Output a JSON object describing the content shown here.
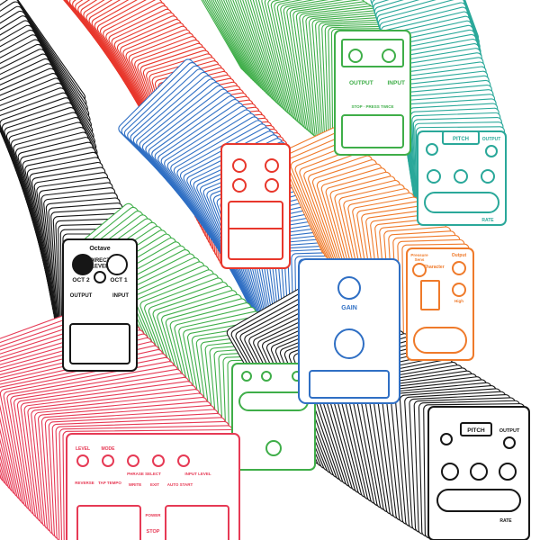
{
  "colors": {
    "black": "#161616",
    "red": "#e8372c",
    "green": "#3fae49",
    "blue": "#2f6fc4",
    "orange": "#ef7a2a",
    "teal": "#2aa89a",
    "pink": "#e63a55",
    "background": "#ffffff"
  },
  "pedals": {
    "octave": {
      "top_label": "Octave",
      "direct_level": "DIRECT\nLEVEL",
      "knob_left": "OCT 2",
      "knob_right": "OCT 1",
      "output": "OUTPUT",
      "input": "INPUT"
    },
    "green_top": {
      "output": "OUTPUT",
      "input": "INPUT",
      "footer": "STOP · PRESS TWICE"
    },
    "gain": {
      "label": "GAIN"
    },
    "orange": {
      "pressure": "Pressure\nSens",
      "character": "Character",
      "output": "Output",
      "high": "High"
    },
    "teal_pitch": {
      "pitch": "PITCH",
      "output": "OUTPUT",
      "rate": "RATE"
    },
    "black_pitch": {
      "pitch": "PITCH",
      "output": "OUTPUT",
      "rate": "RATE"
    },
    "looper": {
      "level": "LEVEL",
      "mode": "MODE",
      "reverse": "REVERSE",
      "tap_tempo": "TAP TEMPO",
      "phrase_select": "PHRASE SELECT",
      "write": "WRITE",
      "exit": "EXIT",
      "input_level": "INPUT LEVEL",
      "auto_start": "AUTO START",
      "stop": "STOP",
      "power": "POWER"
    }
  }
}
